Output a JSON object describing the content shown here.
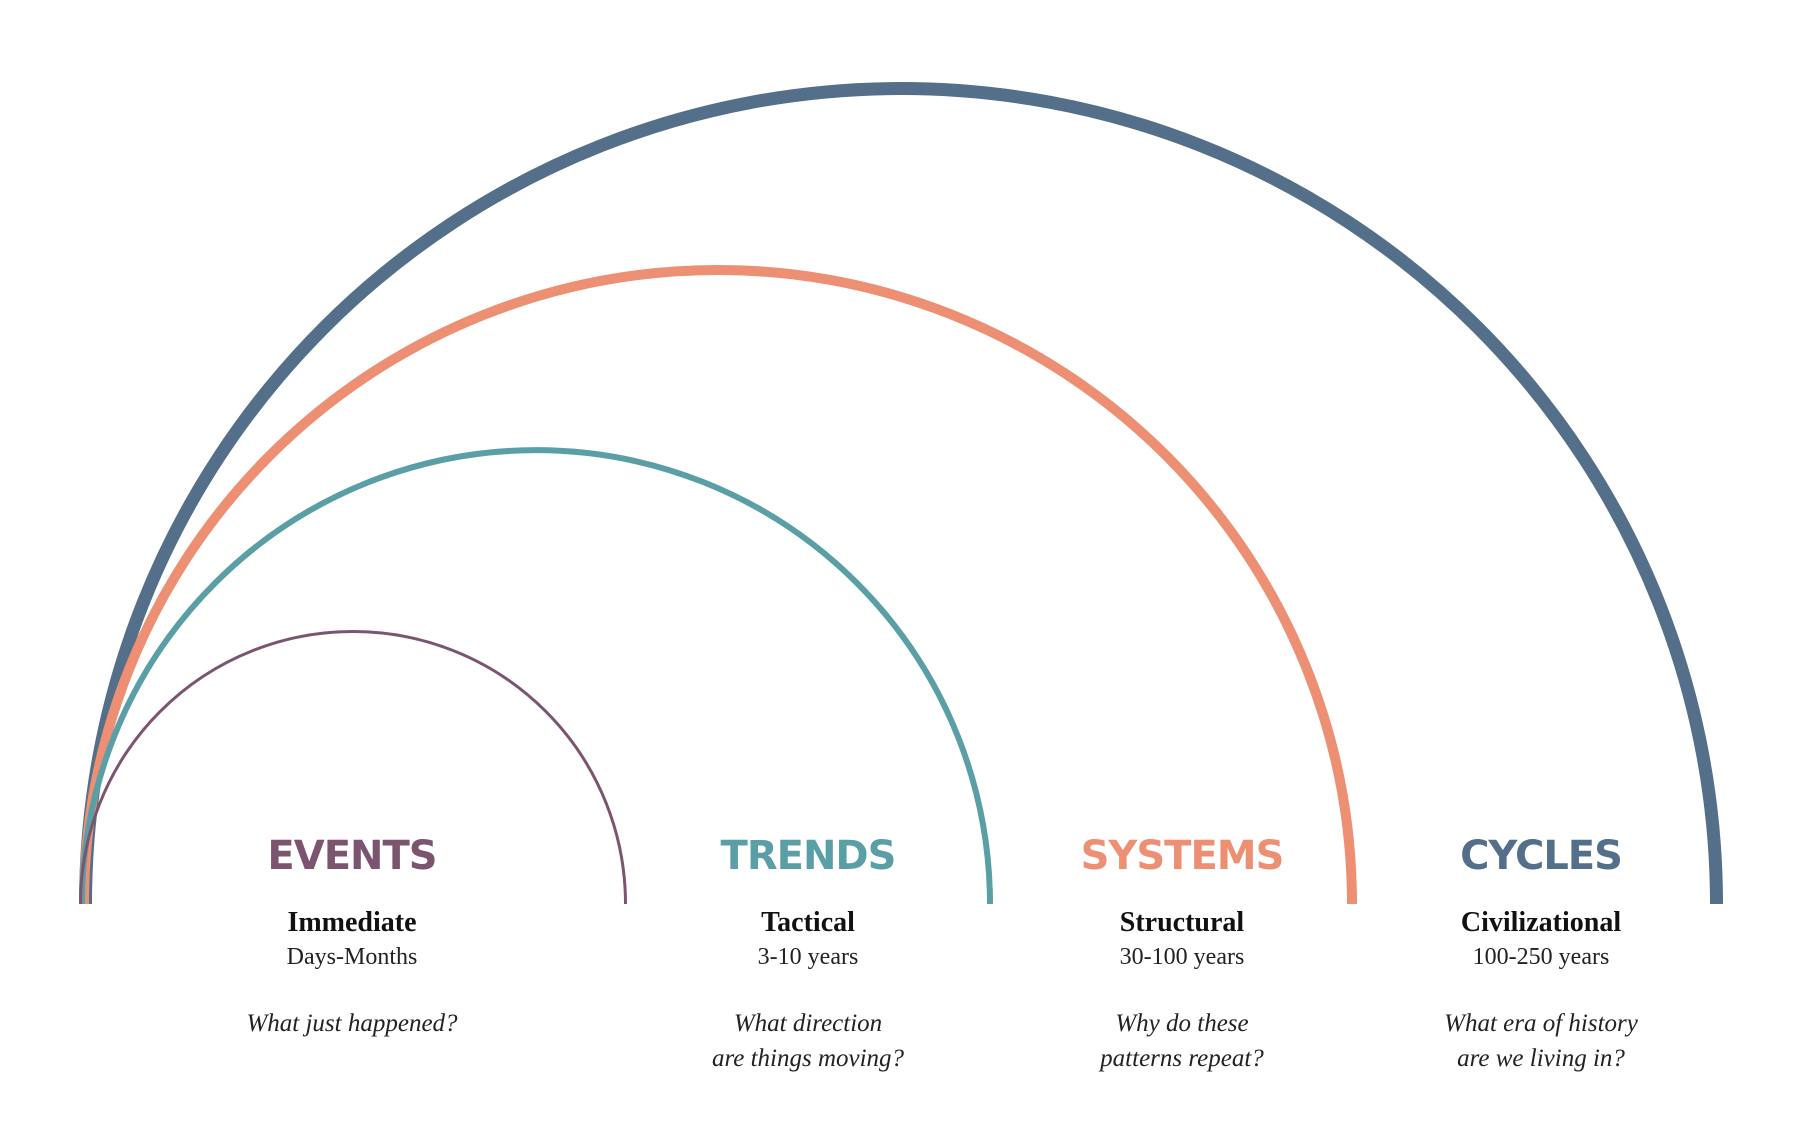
{
  "colors": {
    "events": "#7b5570",
    "trends": "#5b9fa6",
    "systems": "#ec8f72",
    "cycles": "#546f89"
  },
  "columns": [
    {
      "key": "events",
      "heading": "EVENTS",
      "scale": "Immediate",
      "range": "Days-Months",
      "question": [
        "What just happened?"
      ]
    },
    {
      "key": "trends",
      "heading": "TRENDS",
      "scale": "Tactical",
      "range": "3-10 years",
      "question": [
        "What direction",
        "are things moving?"
      ]
    },
    {
      "key": "systems",
      "heading": "SYSTEMS",
      "scale": "Structural",
      "range": "30-100 years",
      "question": [
        "Why do these",
        "patterns repeat?"
      ]
    },
    {
      "key": "cycles",
      "heading": "CYCLES",
      "scale": "Civilizational",
      "range": "100-250 years",
      "question": [
        "What era of history",
        "are we living in?"
      ]
    }
  ]
}
